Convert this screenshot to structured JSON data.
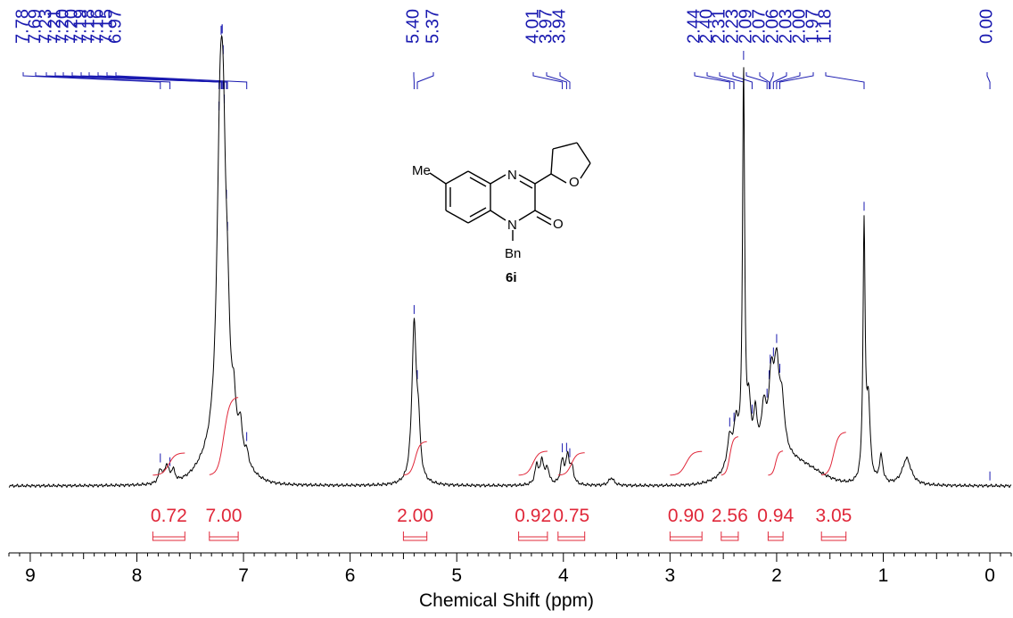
{
  "chart_data": {
    "type": "line",
    "xlabel": "Chemical Shift (ppm)",
    "xlim": [
      9.2,
      -0.2
    ],
    "x_ticks": [
      9,
      8,
      7,
      6,
      5,
      4,
      3,
      2,
      1,
      0
    ],
    "peak_labels": [
      "7.78",
      "7.69",
      "7.23",
      "7.21",
      "7.20",
      "7.20",
      "7.19",
      "7.18",
      "7.16",
      "7.15",
      "6.97",
      "5.40",
      "5.37",
      "4.01",
      "3.97",
      "3.94",
      "2.44",
      "2.40",
      "2.31",
      "2.23",
      "2.09",
      "2.07",
      "2.06",
      "2.03",
      "2.00",
      "1.97",
      "1.18",
      "0.00"
    ],
    "peak_groups": [
      {
        "labels": [
          0,
          1,
          2,
          3,
          4,
          5,
          6,
          7,
          8,
          9,
          10
        ],
        "positions": [
          7.78,
          7.69,
          7.23,
          7.21,
          7.2,
          7.2,
          7.19,
          7.18,
          7.16,
          7.15,
          6.97
        ]
      },
      {
        "labels": [
          11,
          12
        ],
        "positions": [
          5.4,
          5.37
        ]
      },
      {
        "labels": [
          13,
          14,
          15
        ],
        "positions": [
          4.01,
          3.97,
          3.94
        ]
      },
      {
        "labels": [
          16,
          17,
          18,
          19,
          20,
          21,
          22,
          23,
          24,
          25,
          26
        ],
        "positions": [
          2.44,
          2.4,
          2.31,
          2.23,
          2.09,
          2.07,
          2.06,
          2.03,
          2.0,
          1.97,
          1.18
        ]
      },
      {
        "labels": [
          27
        ],
        "positions": [
          0.0
        ]
      }
    ],
    "integrals": [
      {
        "label": "0.72",
        "from": 7.85,
        "to": 7.55
      },
      {
        "label": "7.00",
        "from": 7.32,
        "to": 7.05
      },
      {
        "label": "2.00",
        "from": 5.5,
        "to": 5.28
      },
      {
        "label": "0.92",
        "from": 4.42,
        "to": 4.15
      },
      {
        "label": "0.75",
        "from": 4.05,
        "to": 3.8
      },
      {
        "label": "0.90",
        "from": 3.0,
        "to": 2.7
      },
      {
        "label": "2.56",
        "from": 2.52,
        "to": 2.36
      },
      {
        "label": "0.94",
        "from": 2.08,
        "to": 1.94
      },
      {
        "label": "3.05",
        "from": 1.58,
        "to": 1.35
      }
    ],
    "spectrum_peaks": [
      {
        "ppm": 7.78,
        "h": 0.035,
        "w": 0.02
      },
      {
        "ppm": 7.72,
        "h": 0.045,
        "w": 0.025
      },
      {
        "ppm": 7.66,
        "h": 0.03,
        "w": 0.02
      },
      {
        "ppm": 7.22,
        "h": 0.72,
        "w": 0.035
      },
      {
        "ppm": 7.19,
        "h": 0.55,
        "w": 0.03
      },
      {
        "ppm": 7.15,
        "h": 0.22,
        "w": 0.025
      },
      {
        "ppm": 7.09,
        "h": 0.1,
        "w": 0.02
      },
      {
        "ppm": 7.03,
        "h": 0.08,
        "w": 0.02
      },
      {
        "ppm": 6.97,
        "h": 0.03,
        "w": 0.02
      },
      {
        "ppm": 5.4,
        "h": 0.41,
        "w": 0.025
      },
      {
        "ppm": 5.36,
        "h": 0.12,
        "w": 0.02
      },
      {
        "ppm": 4.25,
        "h": 0.05,
        "w": 0.02
      },
      {
        "ppm": 4.2,
        "h": 0.06,
        "w": 0.02
      },
      {
        "ppm": 4.15,
        "h": 0.04,
        "w": 0.02
      },
      {
        "ppm": 4.01,
        "h": 0.06,
        "w": 0.02
      },
      {
        "ppm": 3.96,
        "h": 0.07,
        "w": 0.02
      },
      {
        "ppm": 3.92,
        "h": 0.04,
        "w": 0.02
      },
      {
        "ppm": 3.55,
        "h": 0.02,
        "w": 0.03
      },
      {
        "ppm": 2.44,
        "h": 0.08,
        "w": 0.03
      },
      {
        "ppm": 2.38,
        "h": 0.1,
        "w": 0.025
      },
      {
        "ppm": 2.31,
        "h": 1.0,
        "w": 0.012
      },
      {
        "ppm": 2.26,
        "h": 0.12,
        "w": 0.02
      },
      {
        "ppm": 2.2,
        "h": 0.1,
        "w": 0.02
      },
      {
        "ppm": 2.12,
        "h": 0.11,
        "w": 0.025
      },
      {
        "ppm": 2.05,
        "h": 0.18,
        "w": 0.03
      },
      {
        "ppm": 2.0,
        "h": 0.2,
        "w": 0.03
      },
      {
        "ppm": 1.95,
        "h": 0.12,
        "w": 0.03
      },
      {
        "ppm": 1.18,
        "h": 0.66,
        "w": 0.012
      },
      {
        "ppm": 1.14,
        "h": 0.2,
        "w": 0.02
      },
      {
        "ppm": 1.02,
        "h": 0.07,
        "w": 0.02
      },
      {
        "ppm": 0.78,
        "h": 0.07,
        "w": 0.05
      }
    ],
    "broad_humps": [
      {
        "ppm": 7.2,
        "h": 0.08,
        "w": 0.25
      },
      {
        "ppm": 2.2,
        "h": 0.06,
        "w": 0.3
      },
      {
        "ppm": 1.8,
        "h": 0.05,
        "w": 0.3
      }
    ]
  },
  "structure": {
    "substituent_methyl": "Me",
    "atom_n_top": "N",
    "atom_n_bottom": "N",
    "atom_o_carbonyl": "O",
    "atom_o_ring": "O",
    "n_substituent": "Bn",
    "compound_id": "6i"
  },
  "colors": {
    "spectrum": "#000000",
    "peak_labels": "#1a1ab0",
    "integrals": "#e0283a",
    "axis": "#000000"
  }
}
